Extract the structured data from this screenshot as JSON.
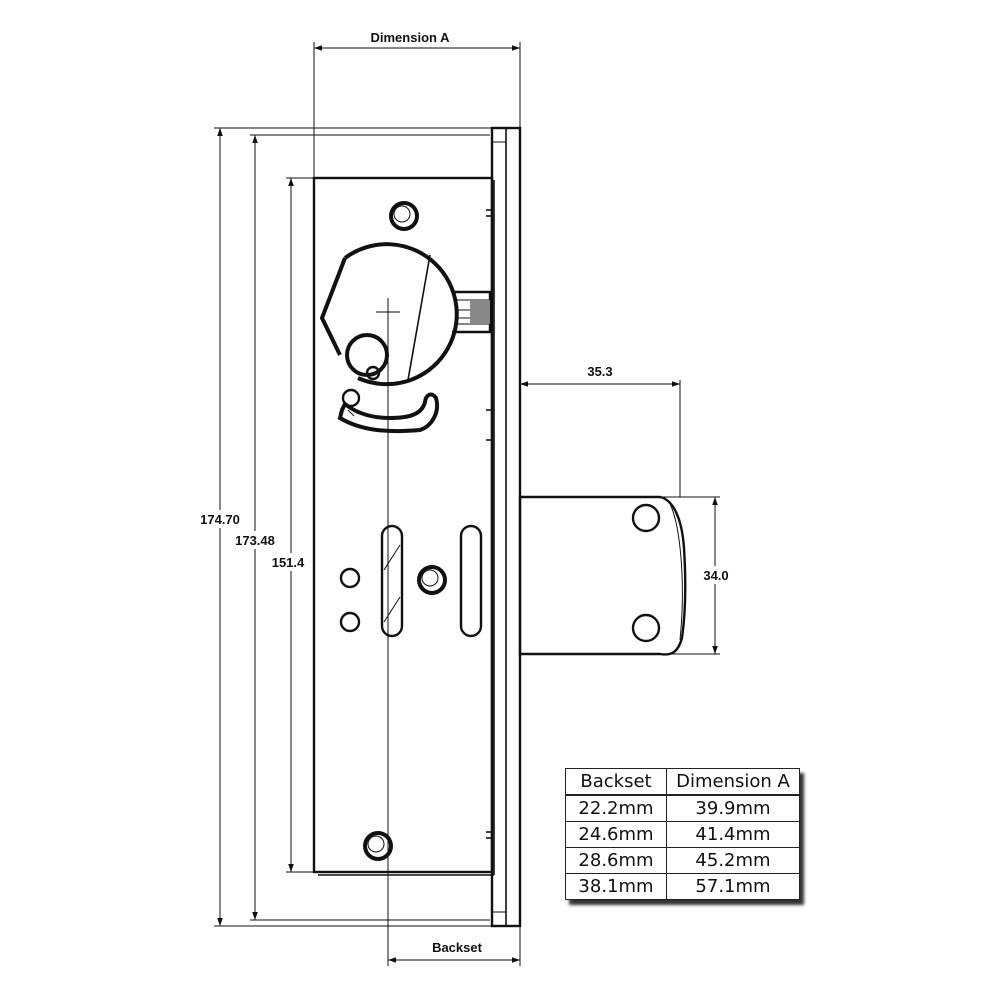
{
  "dimensions": {
    "dimension_a": "Dimension A",
    "backset": "Backset",
    "bolt_projection": "35.3",
    "bolt_height": "34.0",
    "overall_height": "174.70",
    "faceplate_height": "173.48",
    "case_height": "151.4"
  },
  "table": {
    "headers": [
      "Backset",
      "Dimension A"
    ],
    "rows": [
      [
        "22.2mm",
        "39.9mm"
      ],
      [
        "24.6mm",
        "41.4mm"
      ],
      [
        "28.6mm",
        "45.2mm"
      ],
      [
        "38.1mm",
        "57.1mm"
      ]
    ]
  },
  "colors": {
    "line": "#111111",
    "background": "#ffffff"
  }
}
